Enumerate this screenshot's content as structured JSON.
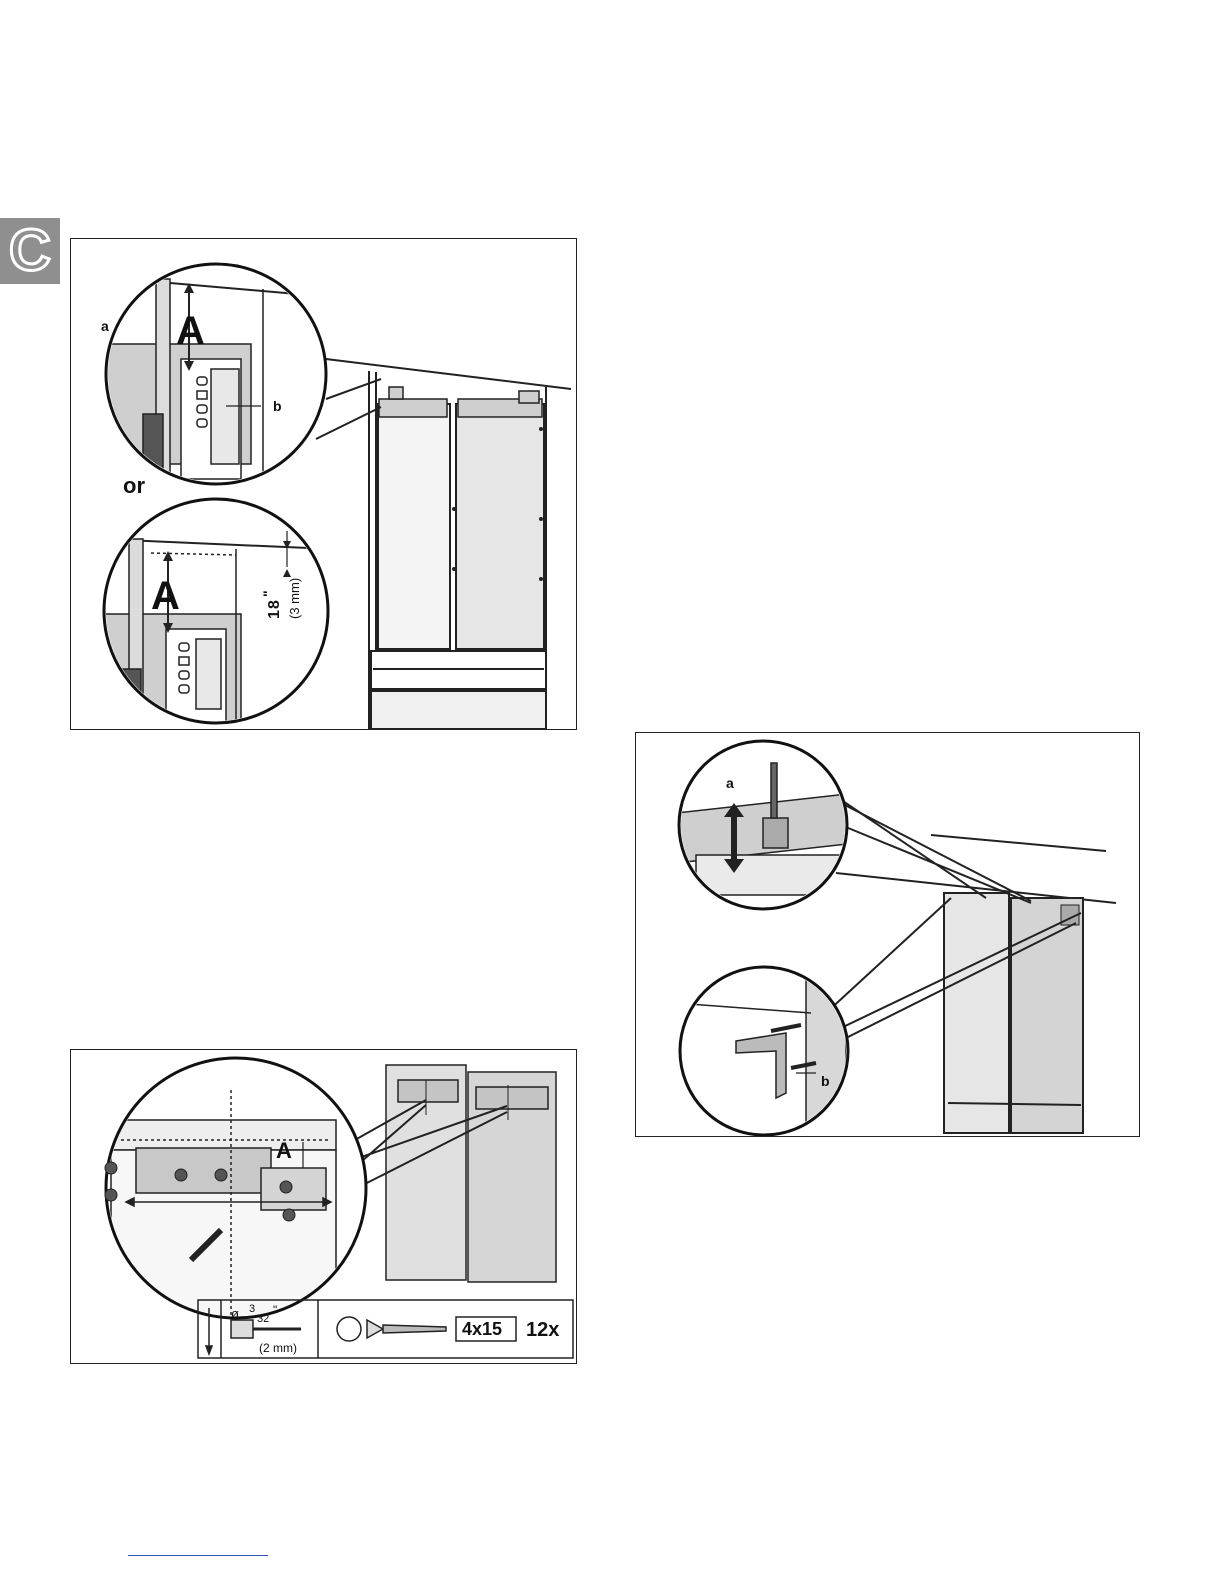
{
  "section_tab": {
    "letter": "C"
  },
  "panel_top_left": {
    "label_a_small": "a",
    "label_b_small": "b",
    "label_A_upper": "A",
    "label_or": "or",
    "label_A_lower": "A",
    "fraction_numerator": "1",
    "fraction_denominator": "8",
    "fraction_unit": "\"",
    "metric": "(3 mm)"
  },
  "panel_bottom_left": {
    "label_A": "A",
    "drill_diameter_symbol": "ø",
    "drill_fraction_num": "3",
    "drill_fraction_den": "32",
    "drill_unit": "\"",
    "drill_metric": "(2 mm)",
    "screw_size": "4x15",
    "quantity": "12x"
  },
  "panel_right": {
    "label_a": "a",
    "label_b": "b"
  },
  "colors": {
    "tab": "#8f8f8f",
    "line": "#222222",
    "gray_fill": "#d0d0d0",
    "footer_link": "#3553b8"
  }
}
